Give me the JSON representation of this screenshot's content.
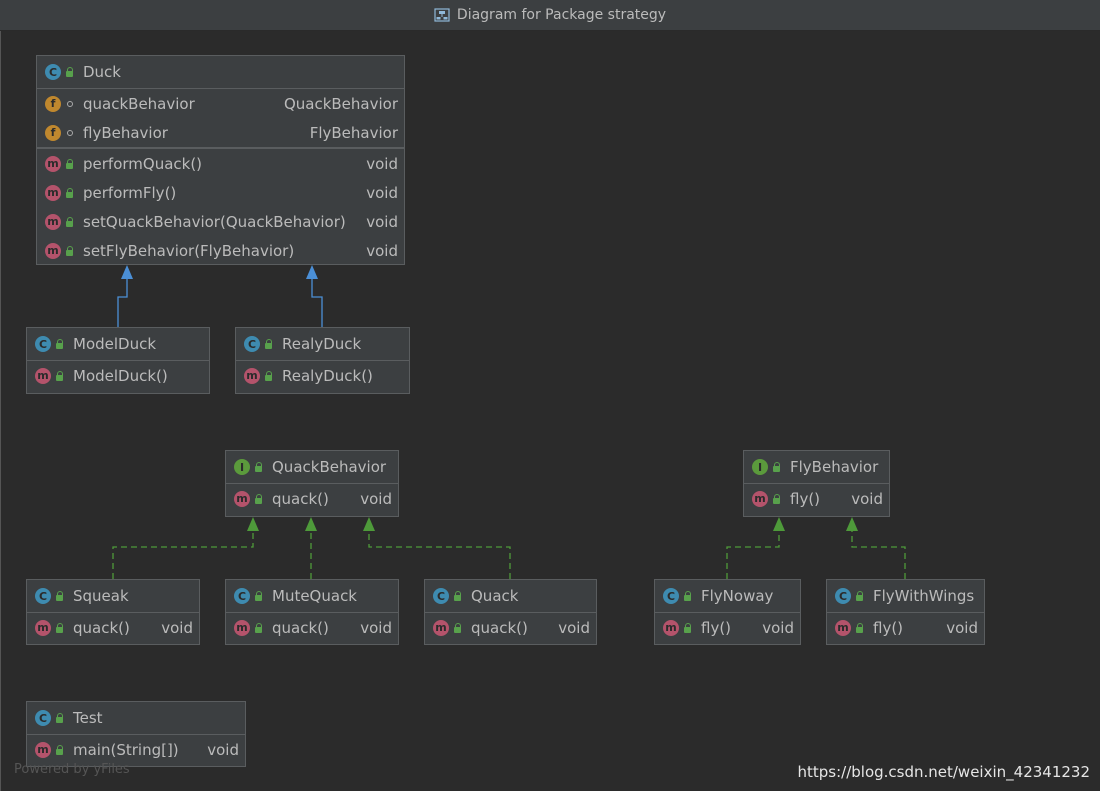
{
  "window": {
    "title": "Diagram for Package strategy"
  },
  "colors": {
    "background": "#2b2b2b",
    "node": "#3c3f41",
    "class_badge": "#3e8bb0",
    "interface_badge": "#5b9a3c",
    "method_badge": "#b4536b",
    "field_badge": "#c0882e",
    "inheritance_edge": "#4b8fd6",
    "realization_edge": "#4e9a3a"
  },
  "nodes": {
    "duck": {
      "kind": "C",
      "name": "Duck",
      "fields": [
        {
          "name": "quackBehavior",
          "type": "QuackBehavior"
        },
        {
          "name": "flyBehavior",
          "type": "FlyBehavior"
        }
      ],
      "methods": [
        {
          "name": "performQuack()",
          "type": "void"
        },
        {
          "name": "performFly()",
          "type": "void"
        },
        {
          "name": "setQuackBehavior(QuackBehavior)",
          "type": "void"
        },
        {
          "name": "setFlyBehavior(FlyBehavior)",
          "type": "void"
        }
      ]
    },
    "modelduck": {
      "kind": "C",
      "name": "ModelDuck",
      "methods": [
        {
          "name": "ModelDuck()",
          "type": ""
        }
      ]
    },
    "realyduck": {
      "kind": "C",
      "name": "RealyDuck",
      "methods": [
        {
          "name": "RealyDuck()",
          "type": ""
        }
      ]
    },
    "quackbehavior": {
      "kind": "I",
      "name": "QuackBehavior",
      "methods": [
        {
          "name": "quack()",
          "type": "void"
        }
      ]
    },
    "flybehavior": {
      "kind": "I",
      "name": "FlyBehavior",
      "methods": [
        {
          "name": "fly()",
          "type": "void"
        }
      ]
    },
    "squeak": {
      "kind": "C",
      "name": "Squeak",
      "methods": [
        {
          "name": "quack()",
          "type": "void"
        }
      ]
    },
    "mutequack": {
      "kind": "C",
      "name": "MuteQuack",
      "methods": [
        {
          "name": "quack()",
          "type": "void"
        }
      ]
    },
    "quack": {
      "kind": "C",
      "name": "Quack",
      "methods": [
        {
          "name": "quack()",
          "type": "void"
        }
      ]
    },
    "flynoway": {
      "kind": "C",
      "name": "FlyNoway",
      "methods": [
        {
          "name": "fly()",
          "type": "void"
        }
      ]
    },
    "flywithwings": {
      "kind": "C",
      "name": "FlyWithWings",
      "methods": [
        {
          "name": "fly()",
          "type": "void"
        }
      ]
    },
    "test": {
      "kind": "C",
      "name": "Test",
      "methods": [
        {
          "name": "main(String[])",
          "type": "void"
        }
      ]
    }
  },
  "badges": {
    "class": "C",
    "interface": "I",
    "method": "m",
    "field": "f"
  },
  "footer": {
    "watermark": "Powered by yFiles",
    "credit": "https://blog.csdn.net/weixin_42341232"
  }
}
